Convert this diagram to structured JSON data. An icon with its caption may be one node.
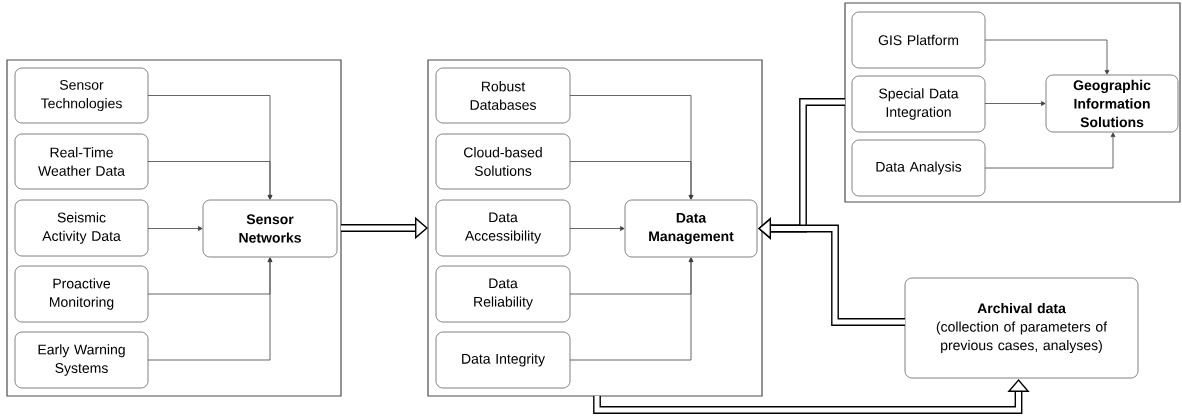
{
  "diagram": {
    "nodes": [
      {
        "text": [],
        "shape": "box"
      },
      {
        "text": [
          "Sensor Technologies"
        ],
        "in": 0
      },
      {
        "text": [
          "Real-Time Weather Data"
        ],
        "in": 0
      },
      {
        "text": [
          "Seismic Activity Data"
        ],
        "in": 0
      },
      {
        "text": [
          "Proactive Monitoring"
        ],
        "in": 0
      },
      {
        "text": [
          "Early Warning Systems"
        ],
        "in": 0
      },
      {
        "text": [
          "Sensor Networks"
        ],
        "in": 0
      },
      {
        "text": [],
        "shape": "box"
      },
      {
        "text": [
          "Robust Databases"
        ],
        "in": 7
      },
      {
        "text": [
          "Cloud-based Solutions"
        ],
        "in": 7
      },
      {
        "text": [
          "Data Accessibility"
        ],
        "in": 7
      },
      {
        "text": [
          "Data Reliability"
        ],
        "in": 7
      },
      {
        "text": [
          "Data Integrity"
        ],
        "in": 7
      },
      {
        "text": [
          "Data Management"
        ],
        "in": 7
      },
      {
        "text": [],
        "shape": "box"
      },
      {
        "text": [
          "GIS Platform"
        ],
        "in": 14
      },
      {
        "text": [
          "Special Data Integration"
        ],
        "in": 14
      },
      {
        "text": [
          "Data Analysis"
        ],
        "in": 14
      },
      {
        "text": [
          "Geographic Information Solutions"
        ],
        "in": 14
      },
      {
        "text": [
          "Archival data",
          "(collection of parameters of previous cases, analyses)"
        ]
      }
    ],
    "edges": [
      {
        "from": 1,
        "to": 6,
        "arrow": "to"
      },
      {
        "from": 2,
        "to": 6,
        "arrow": "to"
      },
      {
        "from": 3,
        "to": 6,
        "arrow": "to"
      },
      {
        "from": 4,
        "to": 6,
        "arrow": "to"
      },
      {
        "from": 5,
        "to": 6,
        "arrow": "to"
      },
      {
        "from": 8,
        "to": 13,
        "arrow": "to"
      },
      {
        "from": 9,
        "to": 13,
        "arrow": "to"
      },
      {
        "from": 10,
        "to": 13,
        "arrow": "to"
      },
      {
        "from": 11,
        "to": 13,
        "arrow": "to"
      },
      {
        "from": 12,
        "to": 13,
        "arrow": "to"
      },
      {
        "from": 15,
        "to": 18,
        "arrow": "to"
      },
      {
        "from": 16,
        "to": 18,
        "arrow": "to"
      },
      {
        "from": 17,
        "to": 18,
        "arrow": "to"
      },
      {
        "from": 0,
        "to": 7,
        "arrow": "to",
        "style": "thick"
      },
      {
        "from": 14,
        "to": 13,
        "arrow": "to",
        "style": "thick"
      },
      {
        "from": 19,
        "to": 13,
        "arrow": "to",
        "style": "thick"
      },
      {
        "from": 7,
        "to": 19,
        "arrow": "to",
        "style": "thick"
      }
    ]
  }
}
